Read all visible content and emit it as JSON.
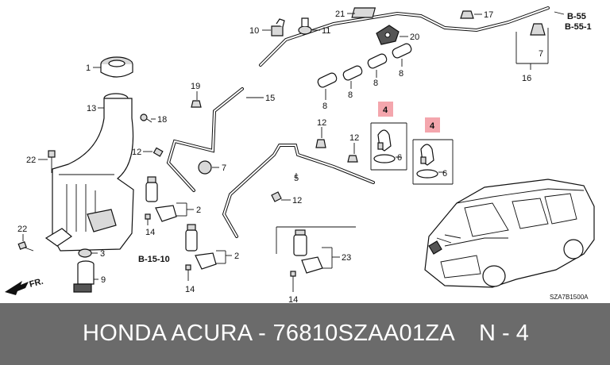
{
  "diagram": {
    "labels": {
      "p1": "1",
      "p2a": "2",
      "p2b": "2",
      "p3": "3",
      "p4a": "4",
      "p4b": "4",
      "p5": "5",
      "p6a": "6",
      "p6b": "6",
      "p7a": "7",
      "p7b": "7",
      "p8a": "8",
      "p8b": "8",
      "p8c": "8",
      "p8d": "8",
      "p9": "9",
      "p10": "10",
      "p11": "11",
      "p12a": "12",
      "p12b": "12",
      "p12c": "12",
      "p12d": "12",
      "p13": "13",
      "p14a": "14",
      "p14b": "14",
      "p14c": "14",
      "p15": "15",
      "p16": "16",
      "p17": "17",
      "p18": "18",
      "p19": "19",
      "p20": "20",
      "p21": "21",
      "p22a": "22",
      "p22b": "22",
      "p23": "23"
    },
    "refs": {
      "b55": "B-55",
      "b551": "B-55-1",
      "b1510": "B-15-10"
    },
    "front_marker": "FR.",
    "drawing_code": "SZA7B1500A",
    "highlight_color": "#f4a6ad"
  },
  "footer": {
    "title": "HONDA ACURA - 76810SZAA01ZA",
    "position": "N - 4",
    "background": "#6b6b6b"
  }
}
